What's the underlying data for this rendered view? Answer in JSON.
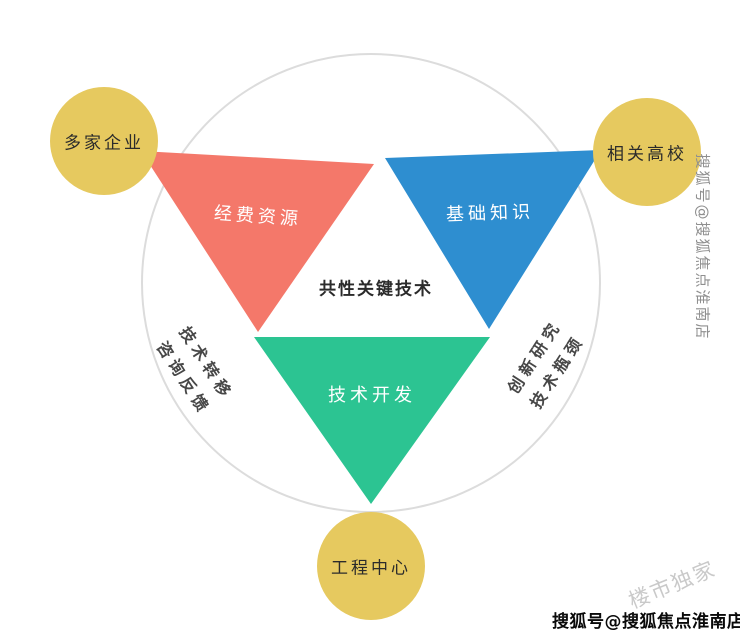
{
  "diagram": {
    "center_label": "共性关键技术",
    "outer_circle_color": "#dcdcdc",
    "triangles": [
      {
        "id": "funding",
        "label": "经费资源",
        "color": "#f4786a"
      },
      {
        "id": "knowledge",
        "label": "基础知识",
        "color": "#2e8ed0"
      },
      {
        "id": "development",
        "label": "技术开发",
        "color": "#2cc492"
      }
    ],
    "nodes": [
      {
        "id": "enterprises",
        "label": "多家企业",
        "color": "#e6c95f"
      },
      {
        "id": "universities",
        "label": "相关高校",
        "color": "#e6c95f"
      },
      {
        "id": "engineering-center",
        "label": "工程中心",
        "color": "#e6c95f"
      }
    ],
    "edge_labels": {
      "left": [
        "技术转移",
        "咨询反馈"
      ],
      "right": [
        "创新研究",
        "技术瓶颈"
      ]
    }
  },
  "watermarks": {
    "side_vertical": "搜狐号@搜狐焦点淮南店",
    "diagonal": "楼市独家",
    "bottom": "搜狐号@搜狐焦点淮南店"
  }
}
